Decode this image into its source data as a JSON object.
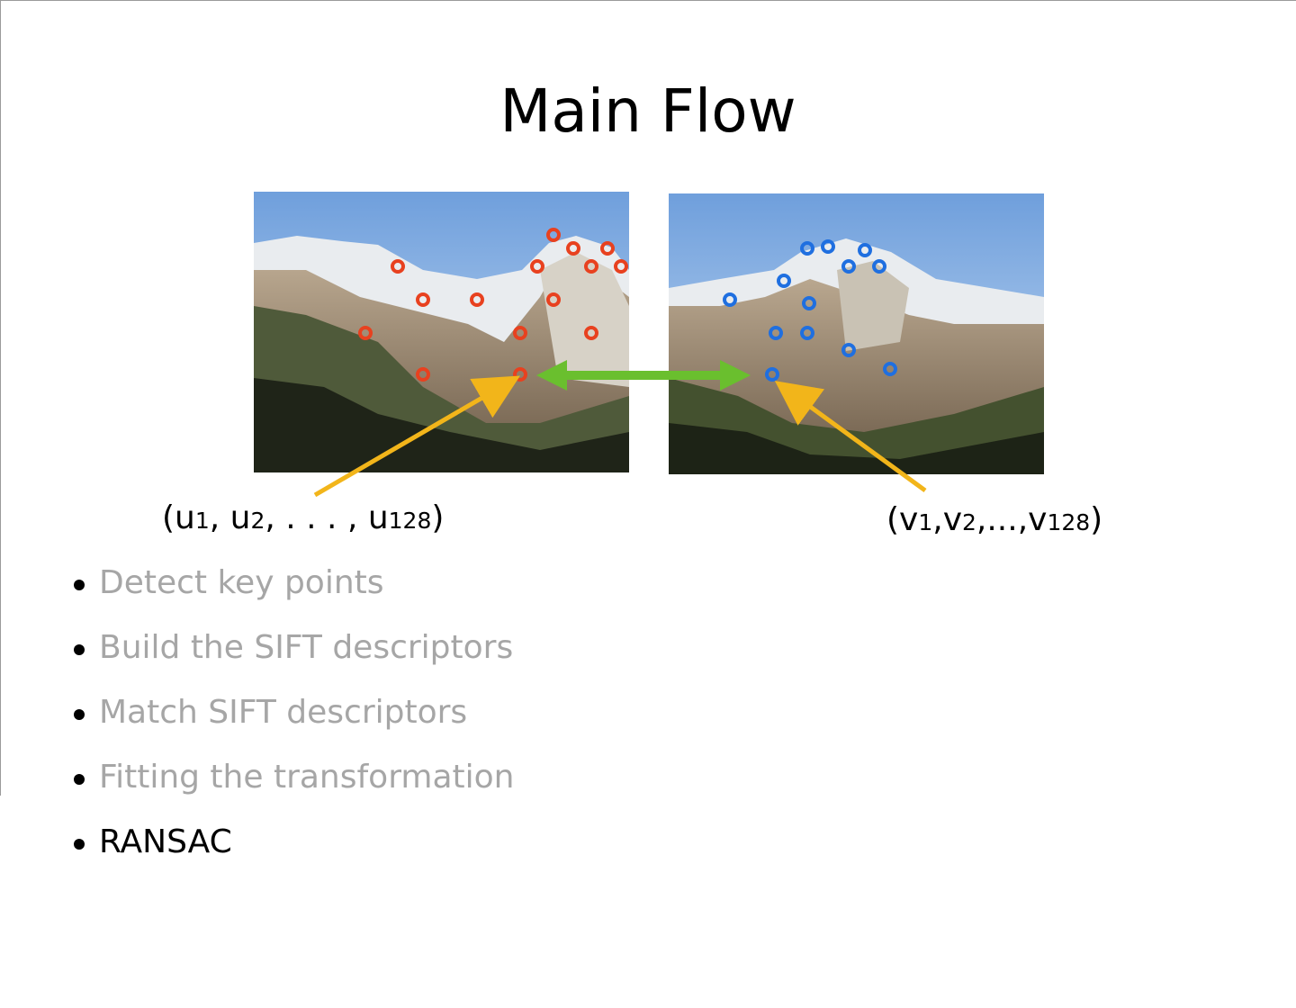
{
  "title": "Main Flow",
  "descriptors": {
    "left": {
      "open": "(u",
      "s1": "1",
      "sep1": ", u",
      "s2": "2",
      "sep2": ", . . . , u",
      "s3": "128",
      "close": ")"
    },
    "right": {
      "open": "(v",
      "s1": "1",
      "sep1": ",v",
      "s2": "2",
      "sep2": ",...,v",
      "s3": "128",
      "close": ")"
    }
  },
  "steps": [
    {
      "label": "Detect key points",
      "active": false
    },
    {
      "label": "Build the SIFT descriptors",
      "active": false
    },
    {
      "label": "Match SIFT descriptors",
      "active": false
    },
    {
      "label": "Fitting the transformation",
      "active": false
    },
    {
      "label": "RANSAC",
      "active": true
    }
  ],
  "colors": {
    "active_text": "#000000",
    "inactive_text": "#a6a6a6",
    "left_keypoints": "#e8411f",
    "right_keypoints": "#1f6fe0",
    "match_arrow": "#6abf2e",
    "pointer_arrow": "#f2b51a",
    "sky": "#8fb8e8"
  }
}
